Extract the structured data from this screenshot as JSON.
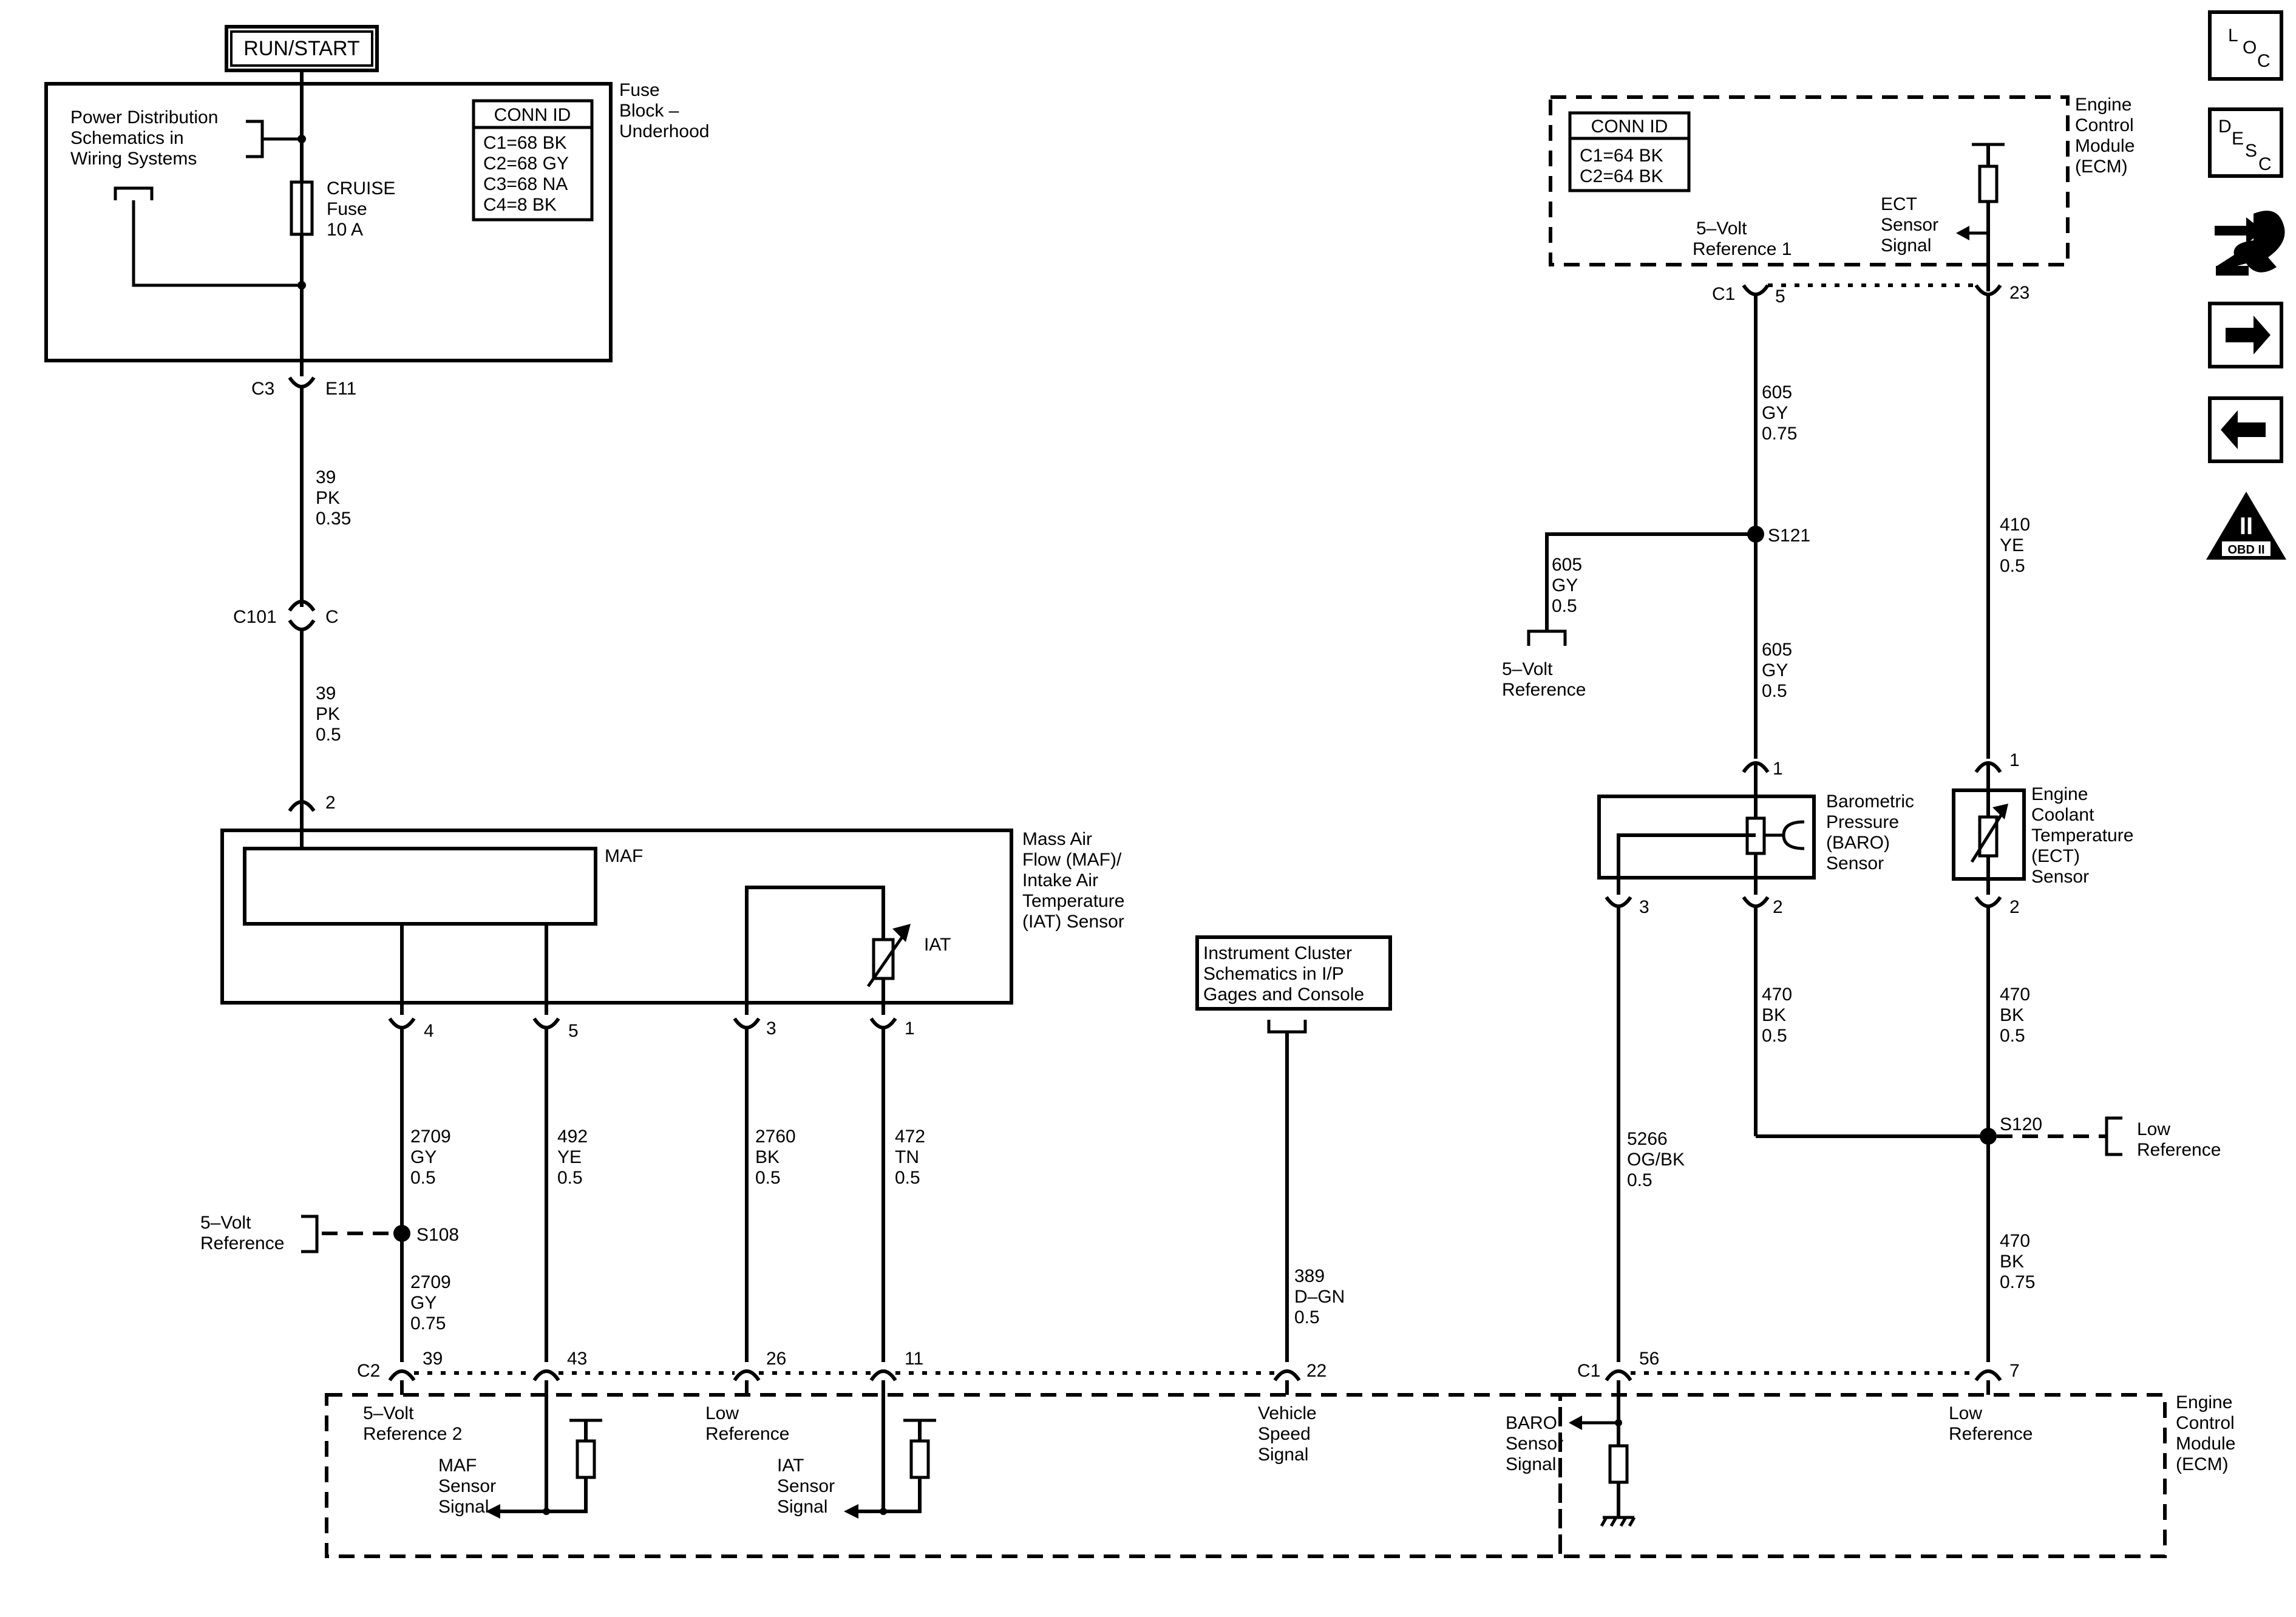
{
  "power": {
    "run_start": "RUN/START",
    "pds_ref": [
      "Power Distribution",
      "Schematics in",
      "Wiring Systems"
    ],
    "fuse_name": [
      "CRUISE",
      "Fuse",
      "10 A"
    ],
    "fuse_block": [
      "Fuse",
      "Block –",
      "Underhood"
    ],
    "conn_title": "CONN ID",
    "conn_rows": [
      "C1=68 BK",
      "C2=68 GY",
      "C3=68 NA",
      "C4=8 BK"
    ]
  },
  "connectors": {
    "c3": "C3",
    "e11": "E11",
    "c101": "C101",
    "c101_pin": "C",
    "maf_pin2": "2",
    "maf_pin4": "4",
    "maf_pin5": "5",
    "maf_pin3": "3",
    "maf_pin1": "1",
    "ecm_top_c1": "C1",
    "ecm_top_pin5": "5",
    "ecm_top_pin23": "23",
    "baro_pin1": "1",
    "baro_pin3": "3",
    "baro_pin2": "2",
    "ect_pin1": "1",
    "ect_pin2": "2",
    "c2": "C2",
    "c2_39": "39",
    "c2_43": "43",
    "c2_26": "26",
    "c2_11": "11",
    "c2_22": "22",
    "c1_bottom": "C1",
    "c1_56": "56",
    "c1_7": "7"
  },
  "wires": {
    "w39_035": [
      "39",
      "PK",
      "0.35"
    ],
    "w39_05": [
      "39",
      "PK",
      "0.5"
    ],
    "w2709_05": [
      "2709",
      "GY",
      "0.5"
    ],
    "w2709_075": [
      "2709",
      "GY",
      "0.75"
    ],
    "w492": [
      "492",
      "YE",
      "0.5"
    ],
    "w2760": [
      "2760",
      "BK",
      "0.5"
    ],
    "w472": [
      "472",
      "TN",
      "0.5"
    ],
    "w389": [
      "389",
      "D–GN",
      "0.5"
    ],
    "w605_075": [
      "605",
      "GY",
      "0.75"
    ],
    "w605_left": [
      "605",
      "GY",
      "0.5"
    ],
    "w605_05": [
      "605",
      "GY",
      "0.5"
    ],
    "w410": [
      "410",
      "YE",
      "0.5"
    ],
    "w470_baro": [
      "470",
      "BK",
      "0.5"
    ],
    "w470_ect": [
      "470",
      "BK",
      "0.5"
    ],
    "w470_075": [
      "470",
      "BK",
      "0.75"
    ],
    "w5266": [
      "5266",
      "OG/BK",
      "0.5"
    ]
  },
  "splices": {
    "s108": "S108",
    "s121": "S121",
    "s120": "S120"
  },
  "components": {
    "maf": "MAF",
    "iat": "IAT",
    "maf_iat_sensor": [
      "Mass Air",
      "Flow (MAF)/",
      "Intake Air",
      "Temperature",
      "(IAT) Sensor"
    ],
    "baro_sensor": [
      "Barometric",
      "Pressure",
      "(BARO)",
      "Sensor"
    ],
    "ect_sensor": [
      "Engine",
      "Coolant",
      "Temperature",
      "(ECT)",
      "Sensor"
    ],
    "instrument_ref": [
      "Instrument Cluster",
      "Schematics in I/P",
      "Gages and Console"
    ]
  },
  "refs": {
    "five_volt_ref_left": [
      "5–Volt",
      "Reference"
    ],
    "five_volt_ref_right": [
      "5–Volt",
      "Reference"
    ],
    "low_ref_right": [
      "Low",
      "Reference"
    ]
  },
  "ecm_top": {
    "title": [
      "Engine",
      "Control",
      "Module",
      "(ECM)"
    ],
    "conn_title": "CONN ID",
    "conn_rows": [
      "C1=64 BK",
      "C2=64 BK"
    ],
    "ref1": [
      "5–Volt",
      "Reference 1"
    ],
    "ect_signal": [
      "ECT",
      "Sensor",
      "Signal"
    ]
  },
  "ecm_bottom": {
    "title": [
      "Engine",
      "Control",
      "Module",
      "(ECM)"
    ],
    "ref2": [
      "5–Volt",
      "Reference 2"
    ],
    "maf_signal": [
      "MAF",
      "Sensor",
      "Signal"
    ],
    "low_ref_a": [
      "Low",
      "Reference"
    ],
    "iat_signal": [
      "IAT",
      "Sensor",
      "Signal"
    ],
    "vss": [
      "Vehicle",
      "Speed",
      "Signal"
    ],
    "baro_signal": [
      "BARO",
      "Sensor",
      "Signal"
    ],
    "low_ref_b": [
      "Low",
      "Reference"
    ]
  },
  "sidebar": {
    "loc_icon": "loc-icon",
    "desc_icon": "desc-icon",
    "connector_icon": "connector-icon",
    "forward_icon": "forward-arrow-icon",
    "back_icon": "back-arrow-icon",
    "obd_icon": "obd-ii-icon",
    "loc_letters": [
      "L",
      "O",
      "C"
    ],
    "desc_letters": [
      "D",
      "E",
      "S",
      "C"
    ],
    "obd_numeral": "II",
    "obd_label": "OBD II"
  }
}
